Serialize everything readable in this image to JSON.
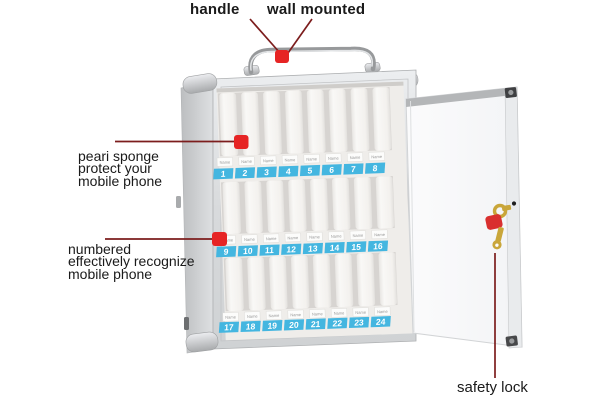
{
  "annotations": {
    "handle": "handle",
    "wall_mounted": "wall mounted",
    "pearl_sponge": {
      "line1": "peari sponge",
      "line2": "protect your",
      "line3": "mobile phone"
    },
    "numbered": {
      "line1": "numbered",
      "line2": "effectively recognize",
      "line3": "mobile phone"
    },
    "safety_lock": "safety lock"
  },
  "product": {
    "slot_name_tag": "Name",
    "slot_rows": [
      [
        "1",
        "2",
        "3",
        "4",
        "5",
        "6",
        "7",
        "8"
      ],
      [
        "9",
        "10",
        "11",
        "12",
        "13",
        "14",
        "15",
        "16"
      ],
      [
        "17",
        "18",
        "19",
        "20",
        "21",
        "22",
        "23",
        "24"
      ]
    ]
  },
  "colors": {
    "annotation_line": "#7c1d1d",
    "annotation_marker": "#e62424",
    "number_badge": "#44b6e0",
    "cabinet_silver": "#d8dadc",
    "key_gold": "#c9a63a",
    "key_fob_red": "#d92f2f"
  }
}
